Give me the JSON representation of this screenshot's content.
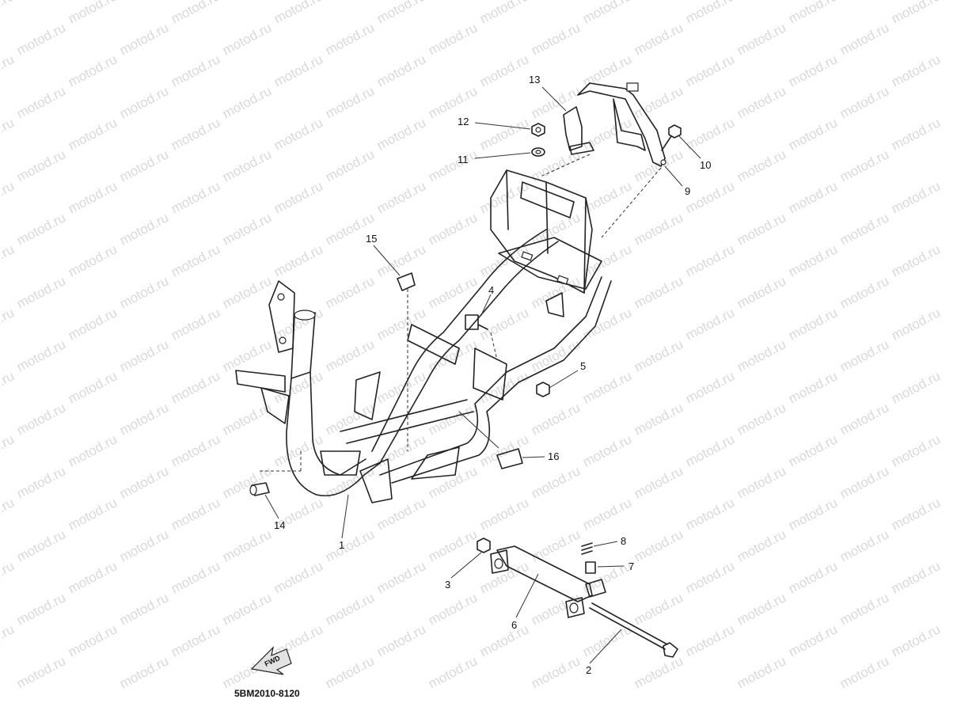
{
  "watermark": {
    "text": "motod.ru"
  },
  "diagram": {
    "code": "5BM2010-8120",
    "fwd_label": "FWD",
    "callouts": [
      "1",
      "2",
      "3",
      "4",
      "5",
      "6",
      "7",
      "8",
      "9",
      "10",
      "11",
      "12",
      "13",
      "14",
      "15",
      "16"
    ]
  }
}
